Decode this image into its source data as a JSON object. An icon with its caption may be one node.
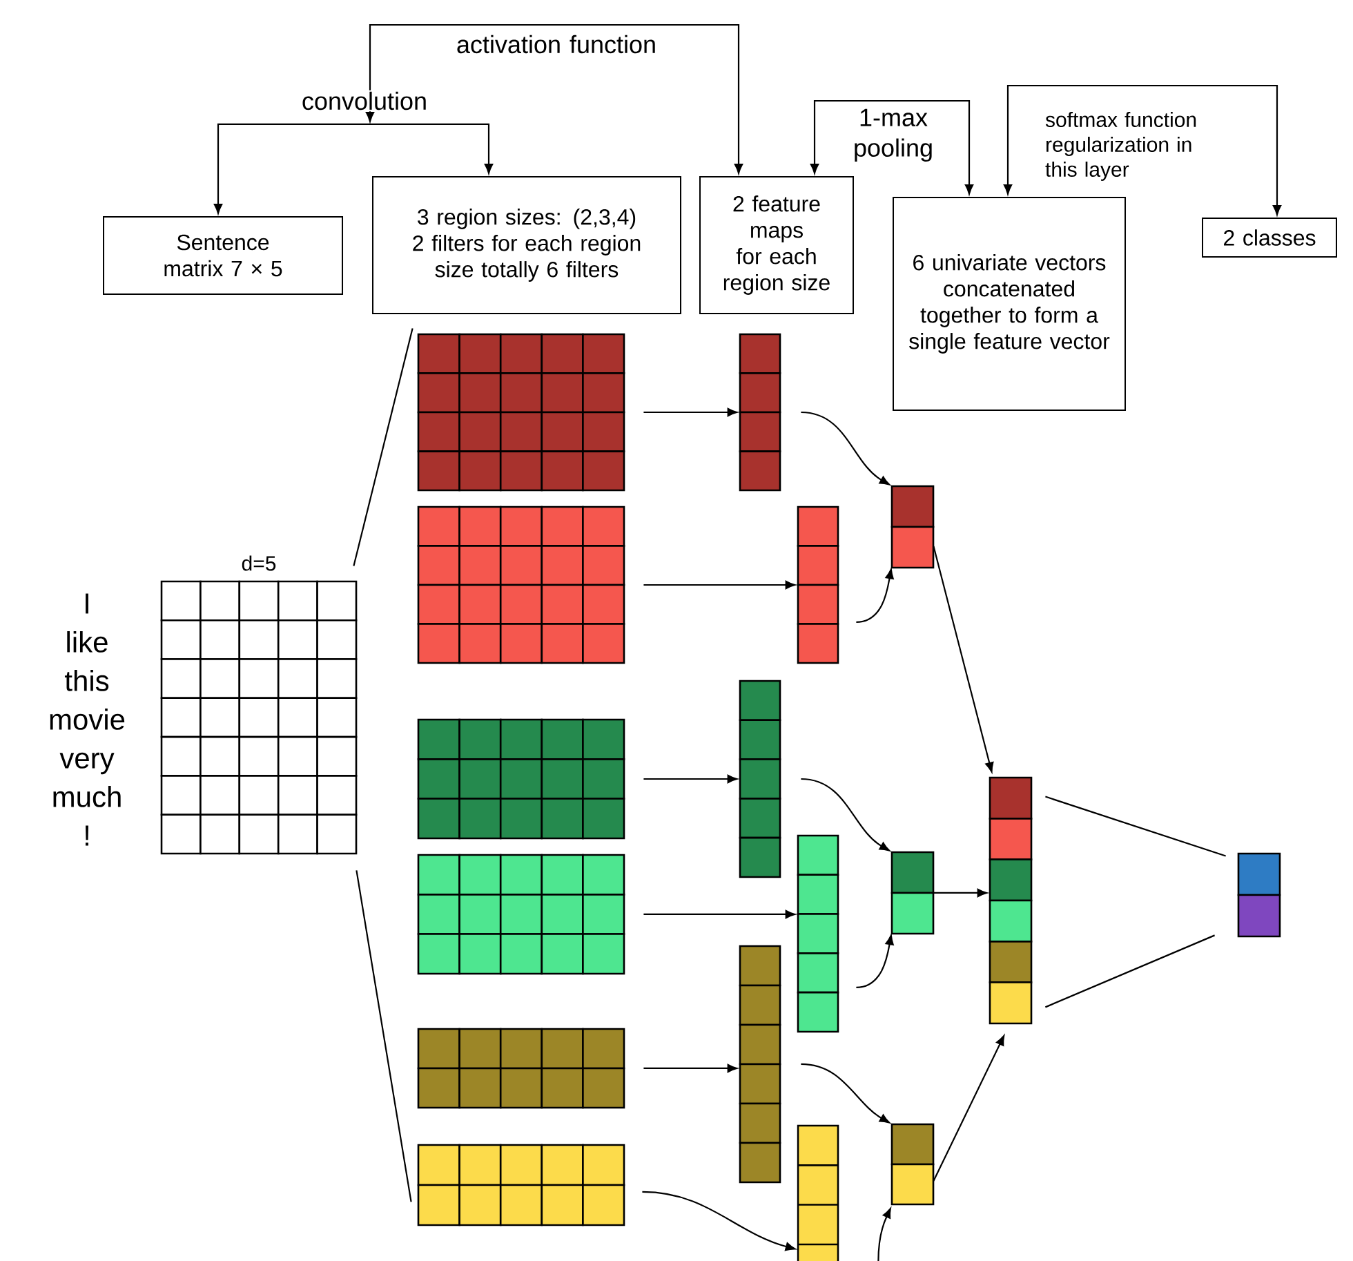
{
  "diagram": {
    "nodes": [
      {
        "text": [
          "Sentence matrix 7 × 5"
        ]
      },
      {
        "text": [
          "3 region sizes: (2,3,4) 2 filters for each region size totally 6 filters"
        ]
      },
      {
        "text": [
          "2 feature maps for each region size"
        ]
      },
      {
        "text": [
          "6 univariate vectors concatenated together to form a single feature vector"
        ]
      },
      {
        "text": [
          "2 classes"
        ]
      },
      {
        "text": [
          "d=5"
        ],
        "beside": [
          "I like this movie very much !"
        ]
      },
      {
        "text": [],
        "shape": "box"
      },
      {
        "text": [],
        "shape": "box"
      },
      {
        "text": [],
        "shape": "box"
      },
      {
        "text": [],
        "shape": "box"
      },
      {
        "text": [],
        "shape": "box"
      },
      {
        "text": [],
        "shape": "box"
      },
      {
        "text": [],
        "shape": "bar"
      },
      {
        "text": [],
        "shape": "bar"
      },
      {
        "text": [],
        "shape": "bar"
      },
      {
        "text": [],
        "shape": "bar"
      },
      {
        "text": [],
        "shape": "bar"
      },
      {
        "text": [],
        "shape": "bar"
      },
      {
        "text": [],
        "shape": "bar"
      },
      {
        "text": [],
        "shape": "bar"
      },
      {
        "text": [],
        "shape": "bar"
      },
      {
        "text": [],
        "shape": "bar"
      },
      {
        "text": [],
        "shape": "bar"
      }
    ],
    "edges": [
      {
        "from": 0,
        "to": 1,
        "arrow": "both",
        "label": "convolution"
      },
      {
        "from": null,
        "to": 2,
        "arrow": "both",
        "label": "activation function"
      },
      {
        "from": 2,
        "to": 3,
        "arrow": "both",
        "label": "1-max pooling"
      },
      {
        "from": 3,
        "to": 4,
        "arrow": "both",
        "label": "softmax function regularization in this layer"
      },
      {
        "from": 5,
        "to": 6,
        "arrow": "none"
      },
      {
        "from": 5,
        "to": 11,
        "arrow": "none"
      },
      {
        "from": 6,
        "to": 12,
        "arrow": "to"
      },
      {
        "from": 7,
        "to": 13,
        "arrow": "to"
      },
      {
        "from": 8,
        "to": 14,
        "arrow": "to"
      },
      {
        "from": 9,
        "to": 15,
        "arrow": "to"
      },
      {
        "from": 10,
        "to": 16,
        "arrow": "to"
      },
      {
        "from": 11,
        "to": 17,
        "arrow": "to"
      },
      {
        "from": 12,
        "to": 18,
        "arrow": "to"
      },
      {
        "from": 13,
        "to": 18,
        "arrow": "to"
      },
      {
        "from": 14,
        "to": 19,
        "arrow": "to"
      },
      {
        "from": 15,
        "to": 19,
        "arrow": "to"
      },
      {
        "from": 16,
        "to": 20,
        "arrow": "to"
      },
      {
        "from": 17,
        "to": 20,
        "arrow": "to"
      },
      {
        "from": 18,
        "to": 21,
        "arrow": "to"
      },
      {
        "from": 19,
        "to": 21,
        "arrow": "to"
      },
      {
        "from": 20,
        "to": 21,
        "arrow": "to"
      },
      {
        "from": 21,
        "to": 22,
        "arrow": "none"
      },
      {
        "from": 21,
        "to": 22,
        "arrow": "none"
      }
    ]
  }
}
